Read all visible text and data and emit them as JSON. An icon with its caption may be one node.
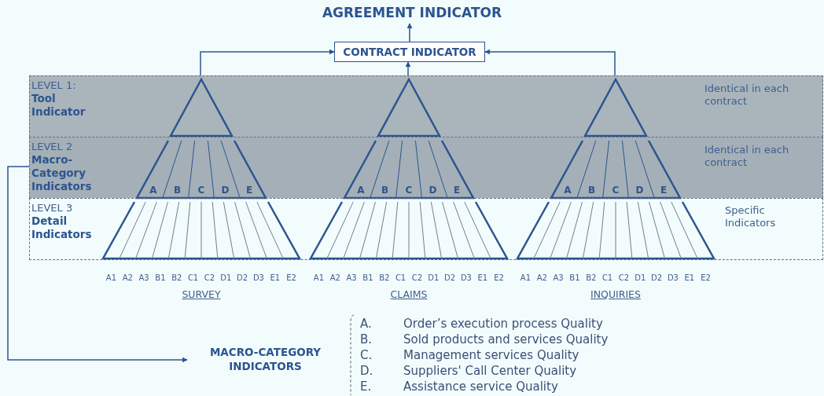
{
  "diagram": {
    "nodes": [
      {
        "text": [
          "AGREEMENT INDICATOR"
        ]
      },
      {
        "text": [
          "CONTRACT INDICATOR"
        ]
      },
      {
        "text": [
          "LEVEL 1:",
          "Tool Indicator",
          "Identical in each contract"
        ]
      },
      {
        "text": [
          "LEVEL 2",
          "Macro-Category Indicators",
          "Identical in each contract"
        ]
      },
      {
        "text": [
          "LEVEL 3",
          "Detail Indicators",
          "Specific Indicators"
        ]
      },
      {
        "text": [],
        "shape": "triangle",
        "in": 2
      },
      {
        "text": [
          "A",
          "B",
          "C",
          "D",
          "E"
        ],
        "in": 3
      },
      {
        "text": [],
        "shape": "trapezoid",
        "in": 4,
        "beside": [
          "A1",
          "A2",
          "A3",
          "B1",
          "B2",
          "C1",
          "C2",
          "D1",
          "D2",
          "D3",
          "E1",
          "E2",
          "SURVEY"
        ]
      },
      {
        "text": [],
        "shape": "triangle",
        "in": 2
      },
      {
        "text": [
          "A",
          "B",
          "C",
          "D",
          "E"
        ],
        "in": 3
      },
      {
        "text": [],
        "shape": "trapezoid",
        "in": 4,
        "beside": [
          "A1",
          "A2",
          "A3",
          "B1",
          "B2",
          "C1",
          "C2",
          "D1",
          "D2",
          "D3",
          "E1",
          "E2",
          "CLAIMS"
        ]
      },
      {
        "text": [],
        "shape": "triangle",
        "in": 2
      },
      {
        "text": [
          "A",
          "B",
          "C",
          "D",
          "E"
        ],
        "in": 3
      },
      {
        "text": [],
        "shape": "trapezoid",
        "in": 4,
        "beside": [
          "A1",
          "A2",
          "A3",
          "B1",
          "B2",
          "C1",
          "C2",
          "D1",
          "D2",
          "D3",
          "E1",
          "E2",
          "INQUIRIES"
        ]
      },
      {
        "text": [
          "MACRO-CATEGORY INDICATORS"
        ]
      }
    ],
    "edges": [
      {
        "from": 1,
        "to": 0,
        "arrow": "to"
      },
      {
        "from": 5,
        "to": 1,
        "arrow": "to"
      },
      {
        "from": 8,
        "to": 1,
        "arrow": "to"
      },
      {
        "from": 11,
        "to": 1,
        "arrow": "to"
      },
      {
        "from": 3,
        "to": 14,
        "arrow": "to"
      }
    ],
    "labels": [
      "A.",
      "Order’s execution process Quality",
      "B.",
      "Sold products and services Quality",
      "C.",
      "Management services Quality",
      "D.",
      "Suppliers' Call Center Quality",
      "E.",
      "Assistance service Quality"
    ]
  }
}
